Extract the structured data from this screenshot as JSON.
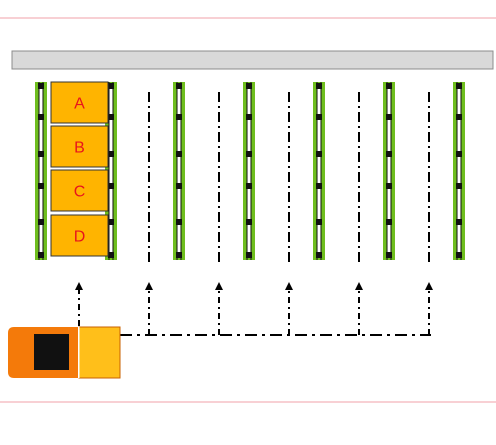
{
  "colors": {
    "frame_line": "#f0a0a8",
    "top_bar_fill": "#d9d9d9",
    "top_bar_stroke": "#8c8c8c",
    "rack_green": "#6fbe1e",
    "rack_post": "#111111",
    "rack_inner": "#ffffff",
    "box_fill": "#ffb400",
    "box_stroke": "#333333",
    "box_label": "#e8141c",
    "dash_line": "#000000",
    "truck_cab": "#f47a0a",
    "truck_window": "#111111",
    "truck_trailer": "#ffbf1a",
    "truck_edge": "#c86000"
  },
  "storage_boxes": [
    {
      "label": "A"
    },
    {
      "label": "B"
    },
    {
      "label": "C"
    },
    {
      "label": "D"
    }
  ],
  "icons": {
    "truck": "delivery-truck-icon",
    "arrow": "arrow-up-icon"
  }
}
